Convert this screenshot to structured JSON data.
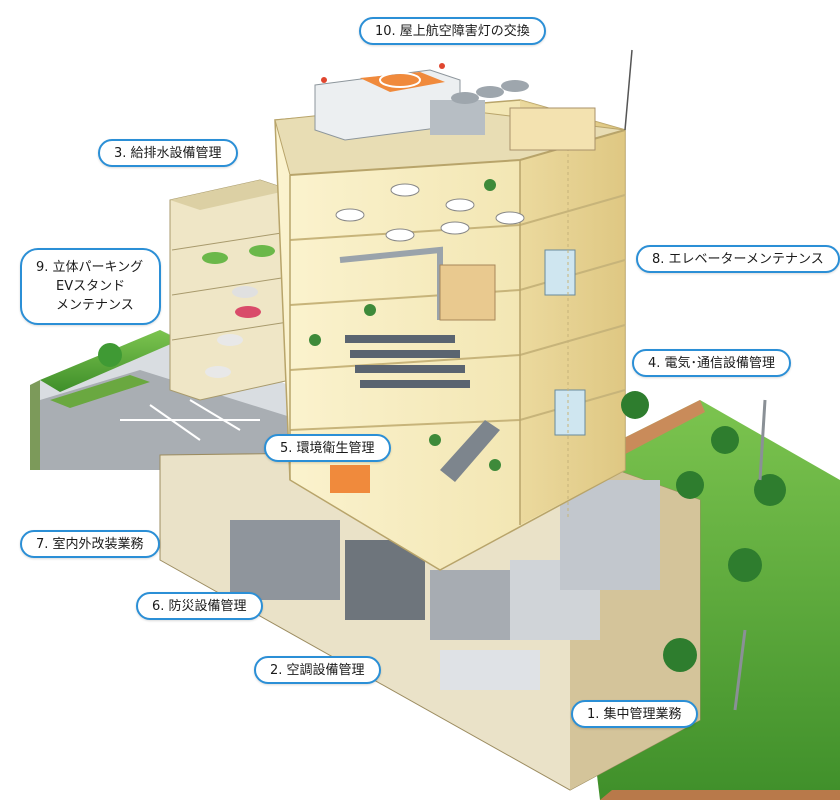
{
  "callouts": {
    "c10": "10. 屋上航空障害灯の交換",
    "c3": "3. 給排水設備管理",
    "c9": [
      "9. 立体パーキング",
      "EVスタンド",
      "メンテナンス"
    ],
    "c8": "8. エレベーターメンテナンス",
    "c4": "4. 電気･通信設備管理",
    "c5": "5. 環境衛生管理",
    "c7": "7. 室内外改装業務",
    "c6": "6. 防災設備管理",
    "c2": "2. 空調設備管理",
    "c1": "1. 集中管理業務"
  },
  "colors": {
    "callout_border": "#2b8fd6",
    "glass": "#f3e9b8",
    "frame": "#c9b678",
    "grass": "#5fae3a",
    "tree": "#2e7d2e",
    "road": "#9aa0a6",
    "helipad": "#f08a3c"
  }
}
